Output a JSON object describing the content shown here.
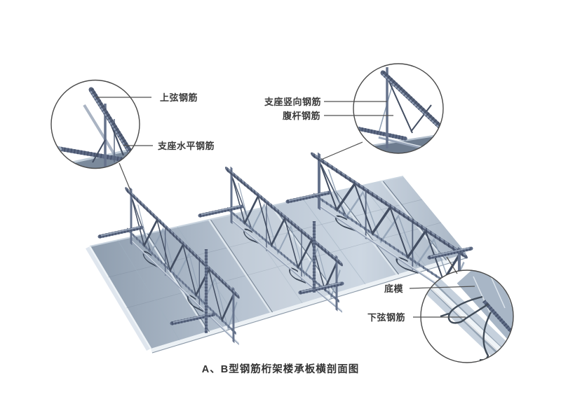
{
  "figure": {
    "caption": "A、B型钢筋桁架楼承板横剖面图",
    "callouts": {
      "top_chord": "上弦钢筋",
      "support_horizontal": "支座水平钢筋",
      "support_vertical": "支座竖向钢筋",
      "web_bar": "腹杆钢筋",
      "bottom_form": "底模",
      "bottom_chord": "下弦钢筋"
    },
    "colors": {
      "background": "#ffffff",
      "deck_light": "#cdd7e2",
      "deck_dark": "#8e9dae",
      "steel": "#5d6a84",
      "steel_dark": "#36415a",
      "steel_light": "#9fadc0",
      "leader_line": "#4f4f4f",
      "text": "#3a3a3a"
    }
  }
}
